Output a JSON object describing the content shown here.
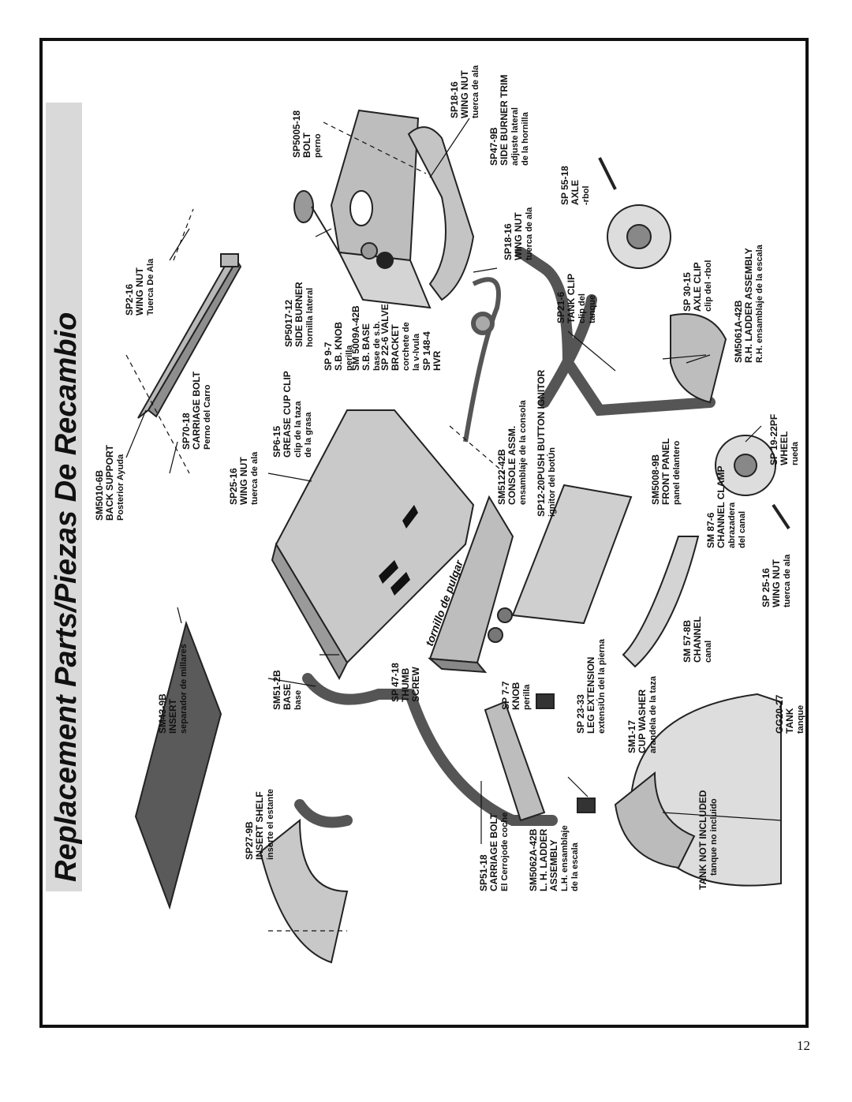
{
  "title": "Replacement Parts/Piezas De Recambio",
  "page_number": "12",
  "callouts": [
    {
      "id": "sm5010",
      "code": "SM5010-6B",
      "name": "BACK SUPPORT",
      "spanish": "Posterior Ayuda"
    },
    {
      "id": "sp2_16",
      "code": "SP2-16",
      "name": "WING NUT",
      "spanish": "Tuerca De Ala"
    },
    {
      "id": "sp70",
      "code": "SP70-18",
      "name": "CARRIAGE BOLT",
      "spanish": "Perno del Carro"
    },
    {
      "id": "sp25a",
      "code": "SP25-16",
      "name": "WING NUT",
      "spanish": "tuerca de ala"
    },
    {
      "id": "sp6",
      "code": "SP6-15",
      "name": "GREASE CUP CLIP",
      "spanish": "clip de la taza",
      "spanish2": "de la grasa"
    },
    {
      "id": "sp5017",
      "code": "SP5017-12",
      "name": "SIDE BURNER",
      "spanish": "hornilla lateral"
    },
    {
      "id": "sp5005",
      "code": "SP5005-18",
      "name": "BOLT",
      "spanish": "perno"
    },
    {
      "id": "sp18a",
      "code": "SP18-16",
      "name": "WING NUT",
      "spanish": "tuerca de ala"
    },
    {
      "id": "sp47",
      "code": "SP47-9B",
      "name": "SIDE BURNER TRIM",
      "spanish": "adjuste lateral",
      "spanish2": "de la hornilla"
    },
    {
      "id": "sp9",
      "code": "SP 9-7",
      "name": "S.B. KNOB",
      "spanish": "perilla"
    },
    {
      "id": "sm5009",
      "code": "SM 5009A-42B",
      "name": "S.B. BASE",
      "spanish": "base de s.b."
    },
    {
      "id": "sp22",
      "code": "SP 22-6 VALVE",
      "name": "BRACKET",
      "spanish": "corchete de",
      "spanish2": "la v-lvula"
    },
    {
      "id": "sp148",
      "code": "SP 148-4",
      "name": "HVR",
      "spanish": ""
    },
    {
      "id": "sp18b",
      "code": "SP18-16",
      "name": "WING NUT",
      "spanish": "tuerca de ala"
    },
    {
      "id": "sp55",
      "code": "SP 55-18",
      "name": "AXLE",
      "spanish": "-rbol"
    },
    {
      "id": "sp21",
      "code": "SP21-6",
      "name": "TANK CLIP",
      "spanish": "clip del",
      "spanish2": "tanque"
    },
    {
      "id": "sp30",
      "code": "SP 30-15",
      "name": "AXLE CLIP",
      "spanish": "clip del -rbol"
    },
    {
      "id": "sm5061",
      "code": "SM5061A-42B",
      "name": "R.H. LADDER ASSEMBLY",
      "spanish": "R.H. ensamblaje de la escala"
    },
    {
      "id": "sp19",
      "code": "SP 19-22PF",
      "name": "WHEEL",
      "spanish": "rueda"
    },
    {
      "id": "sm5122",
      "code": "SM5122-42B",
      "name": "CONSOLE ASSM.",
      "spanish": "ensamblaje de la consola"
    },
    {
      "id": "sp12",
      "code": "SP12-20PUSH BUTTON IGNITOR",
      "name": "",
      "spanish": "ignitor del botÚn"
    },
    {
      "id": "sm5008",
      "code": "SM5008-9B",
      "name": "FRONT PANEL",
      "spanish": "panel delantero"
    },
    {
      "id": "sm87",
      "code": "SM 87-6",
      "name": "CHANNEL CLAMP",
      "spanish": "abrazadera",
      "spanish2": "del canal"
    },
    {
      "id": "sm57",
      "code": "SM 57-8B",
      "name": "CHANNEL",
      "spanish": "canal"
    },
    {
      "id": "sp25b",
      "code": "SP 25-16",
      "name": "WING NUT",
      "spanish": "tuerca de ala"
    },
    {
      "id": "sm43",
      "code": "SM43-9B",
      "name": "INSERT",
      "spanish": "separador de millares"
    },
    {
      "id": "sm51",
      "code": "SM51-2B",
      "name": "BASE",
      "spanish": "base"
    },
    {
      "id": "sp47b",
      "code": "SP 47-18",
      "name": "THUMB",
      "spanish": "",
      "name2": "SCREW"
    },
    {
      "id": "sp7",
      "code": "SP 7-7",
      "name": "KNOB",
      "spanish": "perilla"
    },
    {
      "id": "sp27",
      "code": "SP27-9B",
      "name": "INSERT SHELF",
      "spanish": "inserte el estante"
    },
    {
      "id": "sp23",
      "code": "SP 23-33",
      "name": "LEG EXTENSION",
      "spanish": "extensiÚn del la pierna"
    },
    {
      "id": "sm1",
      "code": "SM1-17",
      "name": "CUP WASHER",
      "spanish": "arandela de la taza"
    },
    {
      "id": "gg20",
      "code": "GG20-27",
      "name": "TANK",
      "spanish": "tanque"
    },
    {
      "id": "sp51",
      "code": "SP51-18",
      "name": "CARRIAGE BOLT",
      "spanish": "El Cerrojode coche"
    },
    {
      "id": "sm5062",
      "code": "SM5062A-42B",
      "name": "L. H. LADDER",
      "spanish": "L.H. ensamblaje",
      "name2": "ASSEMBLY",
      "spanish2": "de la escala"
    }
  ],
  "thumb_screw_spanish": "tornillo de pulgar",
  "tank_note": "TANK NOT INCLUDED",
  "tank_note_spanish": "tanque no incluido"
}
